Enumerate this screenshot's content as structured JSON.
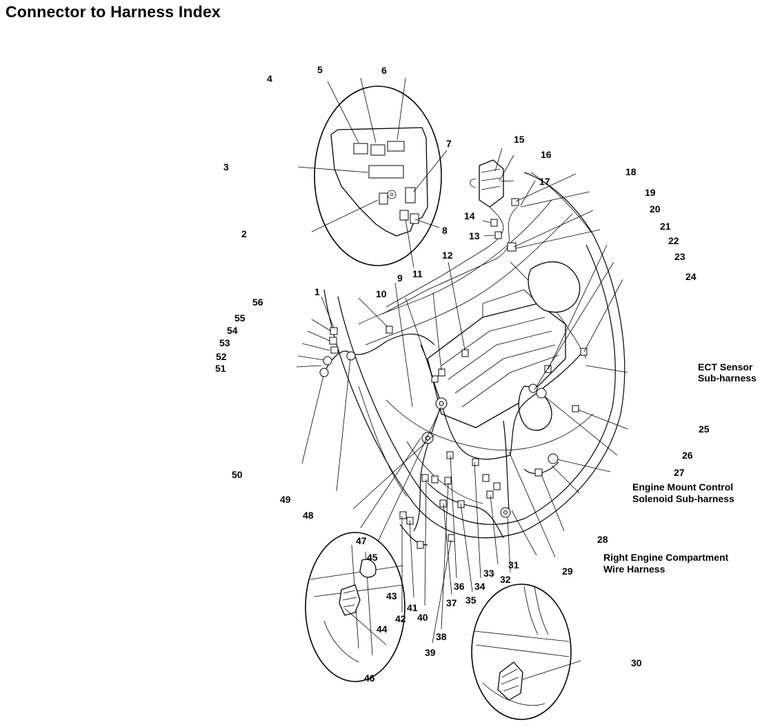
{
  "title": "Connector to Harness Index",
  "callouts": [
    "1",
    "2",
    "3",
    "4",
    "5",
    "6",
    "7",
    "8",
    "9",
    "10",
    "11",
    "12",
    "13",
    "14",
    "15",
    "16",
    "17",
    "18",
    "19",
    "20",
    "21",
    "22",
    "23",
    "24",
    "25",
    "26",
    "27",
    "28",
    "29",
    "30",
    "31",
    "32",
    "33",
    "34",
    "35",
    "36",
    "37",
    "38",
    "39",
    "40",
    "41",
    "42",
    "43",
    "44",
    "45",
    "46",
    "47",
    "48",
    "49",
    "50",
    "51",
    "52",
    "53",
    "54",
    "55",
    "56"
  ],
  "harness_labels": {
    "ect_line1": "ECT Sensor",
    "ect_line2": "Sub-harness",
    "emcs_line1": "Engine Mount Control",
    "emcs_line2": "Solenoid Sub-harness",
    "recwh_line1": "Right Engine Compartment",
    "recwh_line2": "Wire Harness"
  }
}
